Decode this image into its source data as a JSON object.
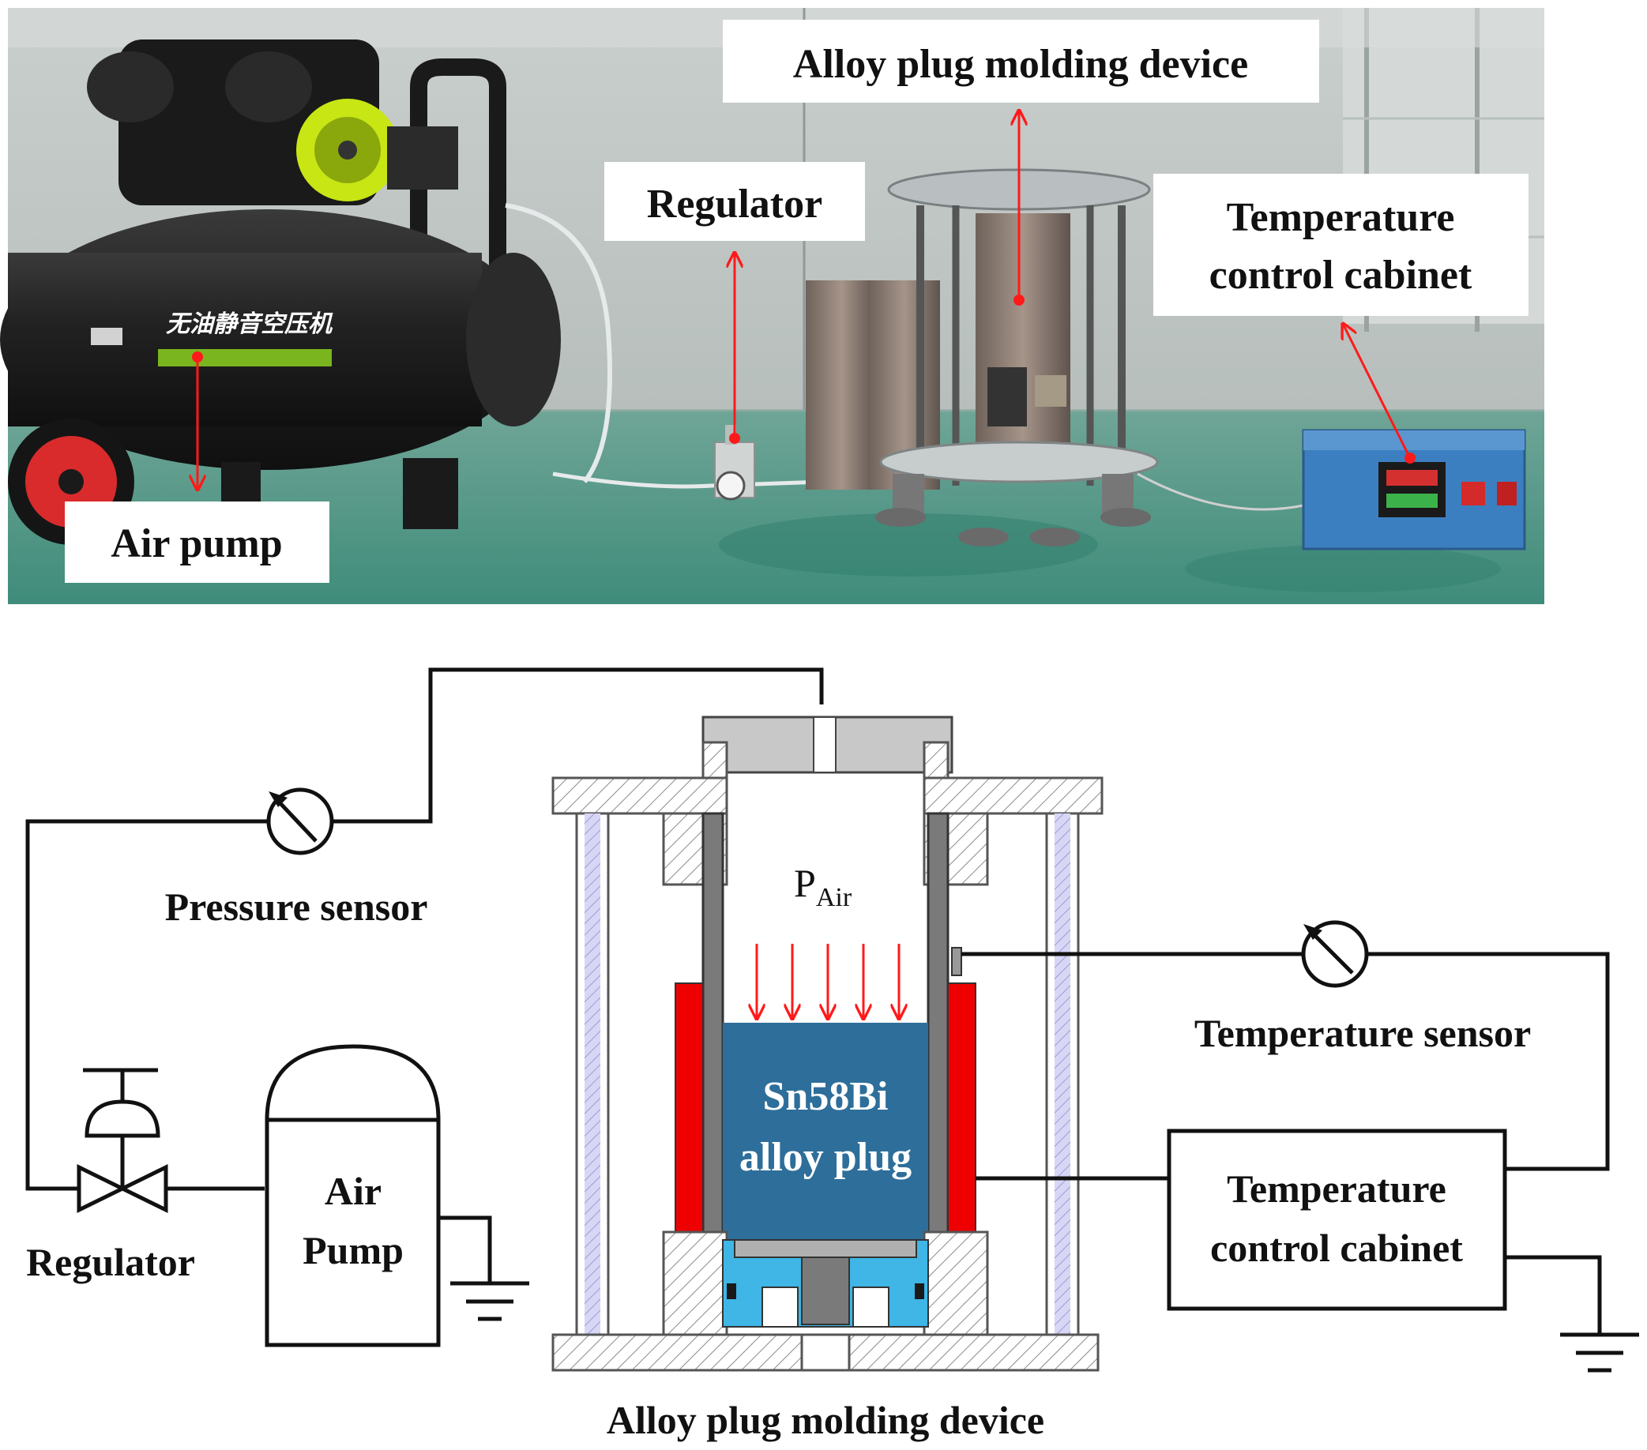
{
  "photo": {
    "labels": {
      "alloy_device": "Alloy plug molding device",
      "regulator": "Regulator",
      "temp_cabinet_line1": "Temperature",
      "temp_cabinet_line2": "control cabinet",
      "air_pump": "Air pump"
    },
    "pump_decal": "无油静音空压机"
  },
  "schematic": {
    "labels": {
      "pressure_sensor": "Pressure sensor",
      "p_air_main": "P",
      "p_air_sub": "Air",
      "alloy_line1": "Sn58Bi",
      "alloy_line2": "alloy plug",
      "temperature_sensor": "Temperature sensor",
      "cabinet_line1": "Temperature",
      "cabinet_line2": "control cabinet",
      "air_pump_line1": "Air",
      "air_pump_line2": "Pump",
      "regulator": "Regulator",
      "device_caption": "Alloy plug molding device"
    }
  },
  "colors": {
    "annotation_red": "#ff1a1a",
    "heater_red": "#ee0000",
    "alloy_blue": "#2e6e9a",
    "fixture_cyan": "#3fb6e6",
    "rod_lavender": "#c8c8f0",
    "floor_green": "#3a8a78",
    "pump_black": "#1c1c1c",
    "cabinet_blue": "#3c7fc0"
  }
}
